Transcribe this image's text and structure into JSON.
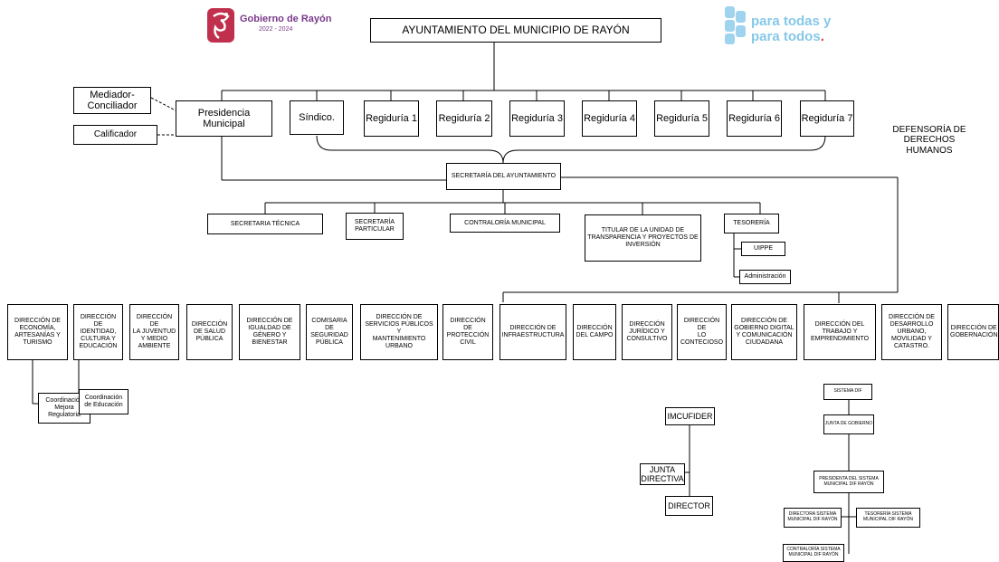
{
  "header": {
    "logo_left": {
      "name": "Gobierno de Rayón",
      "years": "2022 - 2024"
    },
    "logo_right": {
      "line1": "para todas y",
      "line2": "para todos",
      "dot": "."
    }
  },
  "colors": {
    "brand_left": "#c0304d",
    "brand_left_accent": "#7a3a8a",
    "brand_right": "#86c8e8",
    "brand_right_dot": "#e63a3a",
    "line": "#000000"
  },
  "boxes": {
    "ayuntamiento": "AYUNTAMIENTO DEL MUNICIPIO DE RAYÓN",
    "mediador": "Mediador-\nConciliador",
    "calificador": "Calificador",
    "presidencia": "Presidencia Municipal",
    "sindico": "Síndico.",
    "regidurias": [
      "Regiduría 1",
      "Regiduría 2",
      "Regiduría 3",
      "Regiduría 4",
      "Regiduría 5",
      "Regiduría 6",
      "Regiduría 7"
    ],
    "defensoria": "DEFENSORÍA DE\nDERECHOS\nHUMANOS",
    "secretaria": "SECRETARÍA DEL AYUNTAMIENTO",
    "secretaria_tecnica": "SECRETARIA TÉCNICA",
    "secretaria_particular": "SECRETARÍA\nPARTICULAR",
    "contraloria": "CONTRALORÍA MUNICIPAL",
    "transparencia": "TITULAR DE LA UNIDAD DE\nTRANSPARENCIA Y PROYECTOS DE\nINVERSIÓN",
    "tesoreria": "TESORERÍA",
    "uippe": "UIPPE",
    "administracion": "Administración",
    "direcciones": [
      "DIRECCIÓN DE\nECONOMÍA,\nARTESANÍAS Y\nTURISMO",
      "DIRECCIÓN DE\nIDENTIDAD,\nCULTURA Y\nEDUCACIÓN",
      "DIRECCIÓN DE\nLA JUVENTUD\nY MEDIO\nAMBIENTE",
      "DIRECCIÓN\nDE SALUD\nPÚBLICA",
      "DIRECCIÓN DE\nIGUALDAD DE\nGÉNERO Y\nBIENESTAR",
      "COMISARIA\nDE\nSEGURIDAD\nPÚBLICA",
      "DIRECCIÓN DE\nSERVICIOS PÚBLICOS Y\nMANTENIMIENTO\nURBANO",
      "DIRECCIÓN DE\nPROTECCIÓN\nCIVIL",
      "DIRECCIÓN DE\nINFRAESTRUCTURA",
      "DIRECCIÓN\nDEL CAMPO",
      "DIRECCIÓN\nJURÍDICO Y\nCONSULTIVO",
      "DIRECCIÓN DE\nLO\nCONTECIOSO",
      "DIRECCIÓN DE\nGOBIERNO DIGITAL\nY COMUNICACIÓN\nCIUDADANA",
      "DIRECCIÓN DEL\nTRABAJO Y\nEMPRENDIMIENTO",
      "DIRECCIÓN DE\nDESARROLLO\nURBANO,\nMOVILIDAD Y\nCATASTRO.",
      "DIRECCIÓN DE\nGOBERNACIÓN"
    ],
    "coord_mejora": "Coordinación\nMejora\nRegulatoria",
    "coord_educacion": "Coordinación\nde Educación",
    "imcufider": "IMCUFIDER",
    "junta_directiva": "JUNTA\nDIRECTIVA",
    "director": "DIRECTOR",
    "sistema_dif": "SISTEMA DIF",
    "junta_gobierno": "JUNTA DE GOBIERNO",
    "presidenta_dif": "PRESIDENTA DEL SISTEMA\nMUNICIPAL DIF RAYÓN",
    "directora_dif": "DIRECTORA SISTEMA\nMUNICIPAL DIF RAYÓN",
    "tesoreria_dif": "TESORERÍA SISTEMA\nMUNICIPAL DIF RAYÓN",
    "contraloria_dif": "CONTRALORÍA SISTEMA\nMUNICIPAL DIF RAYÓN"
  }
}
